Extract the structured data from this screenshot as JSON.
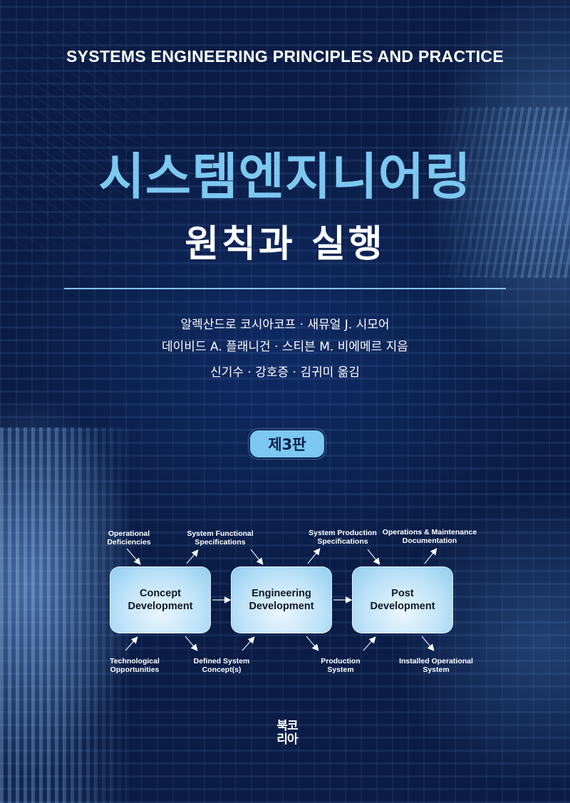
{
  "cover": {
    "subtitle_en": "SYSTEMS ENGINEERING PRINCIPLES AND PRACTICE",
    "title_ko": "시스템엔지니어링",
    "title_ko_sub": "원칙과 실행",
    "authors_line1": "알렉산드로 코시아코프 · 새뮤얼 J. 시모어",
    "authors_line2": "데이비드 A. 플래니건 · 스티븐 M. 비에메르 지음",
    "translators": "신기수 · 강호증 · 김귀미 옮김",
    "edition": "제3판",
    "publisher_line1": "북코",
    "publisher_line2": "리아",
    "colors": {
      "background": "#0d2150",
      "title_accent": "#7cc8f0",
      "rule": "#86c3ea",
      "box_fill": "#bfe3f8"
    }
  },
  "diagram": {
    "boxes": [
      {
        "label": "Concept\nDevelopment"
      },
      {
        "label": "Engineering\nDevelopment"
      },
      {
        "label": "Post\nDevelopment"
      }
    ],
    "top_labels": [
      {
        "label": "Operational\nDeficiencies"
      },
      {
        "label": "System Functional\nSpecifications"
      },
      {
        "label": "System Production\nSpecifications"
      },
      {
        "label": "Operations & Maintenance\nDocumentation"
      }
    ],
    "bottom_labels": [
      {
        "label": "Technological\nOpportunities"
      },
      {
        "label": "Defined System\nConcept(s)"
      },
      {
        "label": "Production\nSystem"
      },
      {
        "label": "Installed Operational\nSystem"
      }
    ]
  }
}
